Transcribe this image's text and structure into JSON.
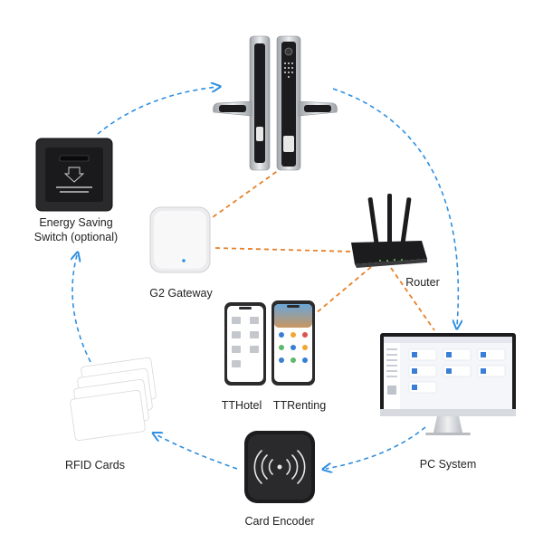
{
  "labels": {
    "energy_switch_line1": "Energy Saving",
    "energy_switch_line2": "Switch (optional)",
    "gateway": "G2 Gateway",
    "router": "Router",
    "tthotel": "TTHotel",
    "ttrenting": "TTRenting",
    "pc_system": "PC System",
    "card_encoder": "Card Encoder",
    "rfid_cards": "RFID Cards"
  },
  "colors": {
    "cycle_line": "#2f8fe0",
    "network_line": "#e7812a",
    "device_dark": "#1c1c1e",
    "device_silver": "#c9ccd0",
    "screen_blue": "#3a7fd6",
    "text": "#222222"
  }
}
